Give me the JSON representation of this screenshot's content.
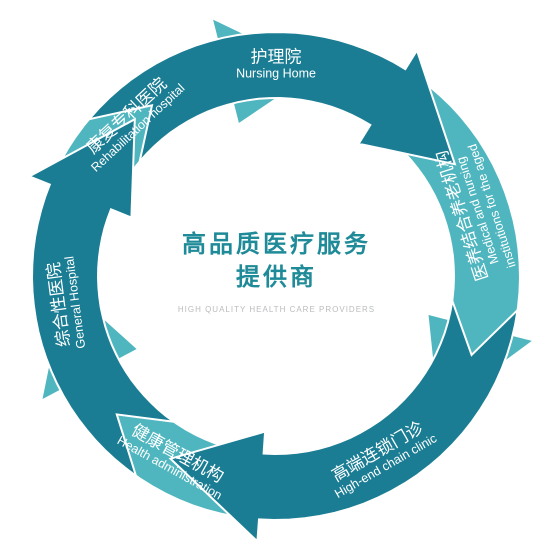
{
  "center": {
    "title_line1": "高品质医疗服务",
    "title_line2": "提供商",
    "subtitle": "HIGH QUALITY HEALTH CARE PROVIDERS"
  },
  "segments": [
    {
      "id": "nursing-home",
      "cn": "护理院",
      "en": [
        "Nursing Home"
      ],
      "color": "#1a7d93"
    },
    {
      "id": "medical-nursing",
      "cn": "医养结合养老机构",
      "en": [
        "Medical and nursing",
        "institutions for the aged"
      ],
      "color": "#4fb6bf"
    },
    {
      "id": "high-end-clinic",
      "cn": "高端连锁门诊",
      "en": [
        "High-end chain clinic"
      ],
      "color": "#1a7d93"
    },
    {
      "id": "health-admin",
      "cn": "健康管理机构",
      "en": [
        "Health administration"
      ],
      "color": "#4fb6bf"
    },
    {
      "id": "general-hospital",
      "cn": "综合性医院",
      "en": [
        "General Hospital"
      ],
      "color": "#1a7d93"
    },
    {
      "id": "rehab-hospital",
      "cn": "康复专科医院",
      "en": [
        "Rehabilitation hospital"
      ],
      "color": "#4fb6bf"
    }
  ]
}
